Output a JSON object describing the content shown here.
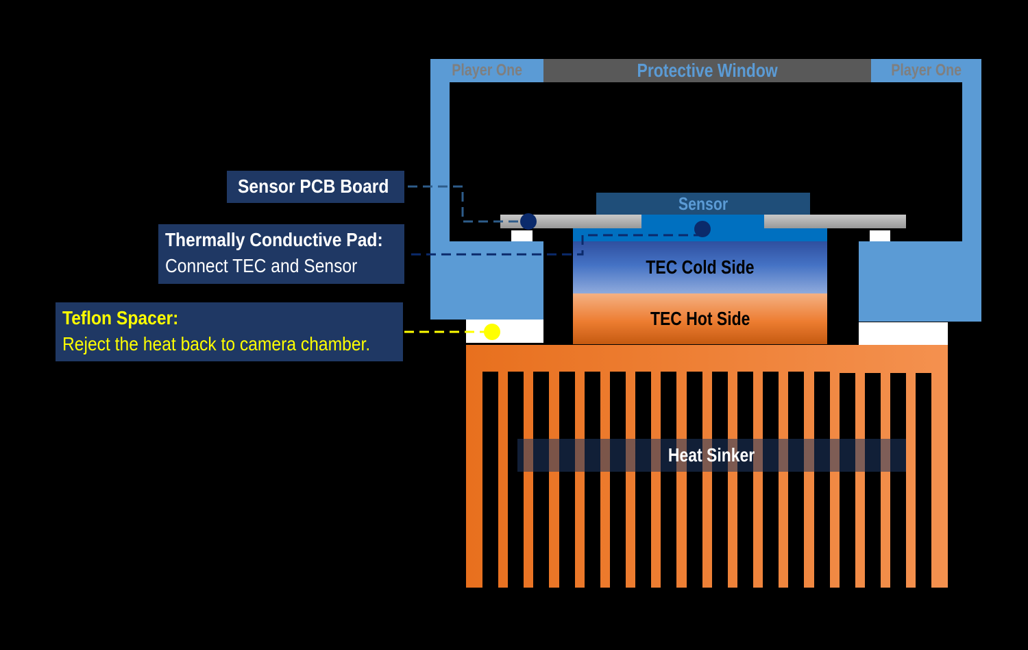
{
  "housing": {
    "brand_left": "Player One",
    "brand_right": "Player One",
    "window": "Protective Window"
  },
  "components": {
    "sensor": "Sensor",
    "tec_cold": "TEC Cold Side",
    "tec_hot": "TEC Hot Side",
    "heatsink": "Heat Sinker"
  },
  "callouts": [
    {
      "title": "Sensor PCB Board"
    },
    {
      "title": "Thermally Conductive Pad:",
      "subtitle": "Connect TEC and Sensor"
    },
    {
      "title": "Teflon Spacer:",
      "subtitle": "Reject the heat back to camera chamber."
    }
  ],
  "colors": {
    "housing": "#5b9bd5",
    "window": "#595959",
    "sensor": "#1f4e79",
    "pad": "#0070c0",
    "pcb": "#a6a6a6",
    "heatsink": "#ed7d31",
    "callout_bg": "#1f3864",
    "teflon_text": "#ffff00"
  }
}
